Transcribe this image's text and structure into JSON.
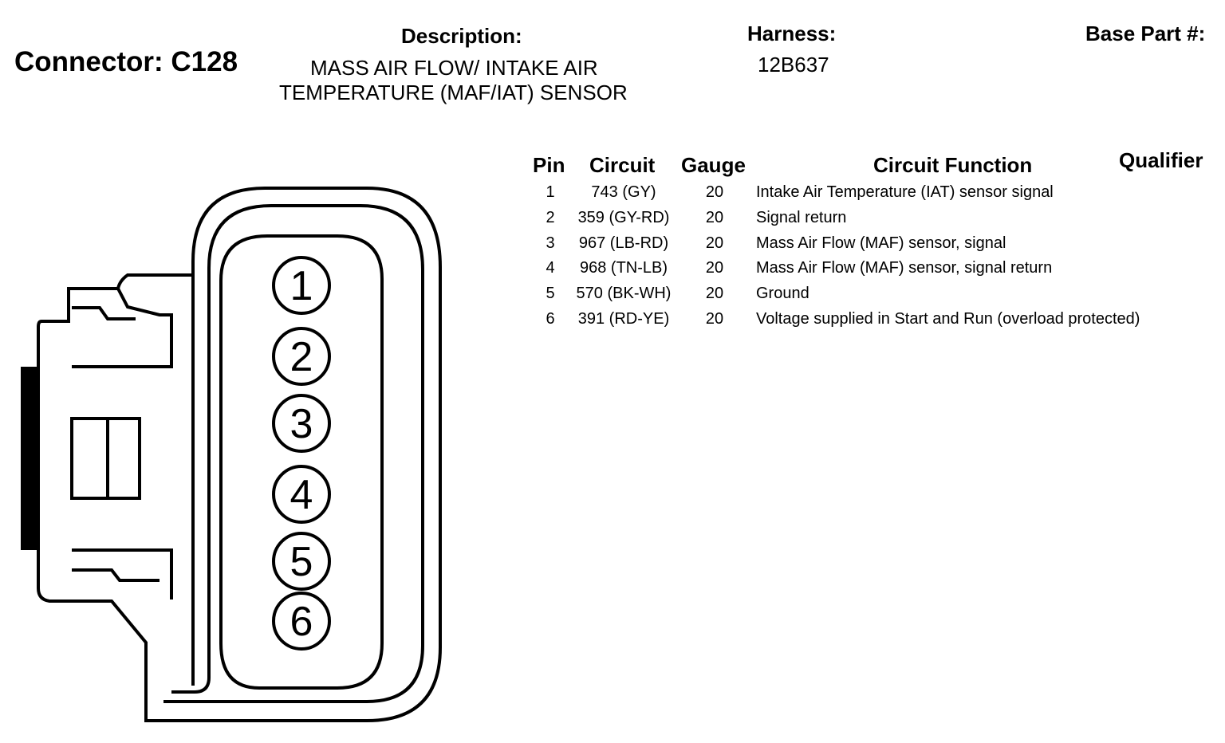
{
  "header": {
    "connector_label": "Connector: C128",
    "description_heading": "Description:",
    "description_lines": [
      "MASS AIR FLOW/ INTAKE AIR",
      "TEMPERATURE (MAF/IAT) SENSOR"
    ],
    "harness_heading": "Harness:",
    "harness_value": "12B637",
    "base_part_heading": "Base Part #:"
  },
  "table": {
    "columns": {
      "pin": "Pin",
      "circuit": "Circuit",
      "gauge": "Gauge",
      "function": "Circuit Function",
      "qualifier": "Qualifier"
    },
    "rows": [
      {
        "pin": "1",
        "circuit": "743 (GY)",
        "gauge": "20",
        "function": "Intake Air Temperature (IAT) sensor signal"
      },
      {
        "pin": "2",
        "circuit": "359 (GY-RD)",
        "gauge": "20",
        "function": "Signal return"
      },
      {
        "pin": "3",
        "circuit": "967 (LB-RD)",
        "gauge": "20",
        "function": "Mass Air Flow (MAF) sensor, signal"
      },
      {
        "pin": "4",
        "circuit": "968 (TN-LB)",
        "gauge": "20",
        "function": "Mass Air Flow (MAF) sensor, signal return"
      },
      {
        "pin": "5",
        "circuit": "570 (BK-WH)",
        "gauge": "20",
        "function": "Ground"
      },
      {
        "pin": "6",
        "circuit": "391 (RD-YE)",
        "gauge": "20",
        "function": "Voltage supplied in Start and Run (overload protected)"
      }
    ]
  },
  "connector_diagram": {
    "pin_labels": [
      "1",
      "2",
      "3",
      "4",
      "5",
      "6"
    ]
  }
}
